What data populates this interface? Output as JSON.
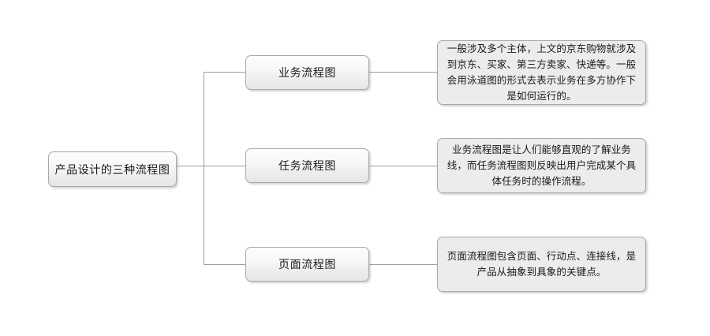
{
  "diagram": {
    "title": "产品设计的三种流程图",
    "root": {
      "label": "产品设计的三种流程图"
    },
    "branches": [
      {
        "label": "业务流程图",
        "detail": "一般涉及多个主体，上文的京东购物就涉及到京东、买家、第三方卖家、快递等。一般会用泳道图的形式去表示业务在多方协作下是如何运行的。"
      },
      {
        "label": "任务流程图",
        "detail": "业务流程图是让人们能够直观的了解业务线，而任务流程图则反映出用户完成某个具体任务时的操作流程。"
      },
      {
        "label": "页面流程图",
        "detail": "页面流程图包含页面、行动点、连接线，是产品从抽象到具象的关键点。"
      }
    ],
    "colors": {
      "background": "#ffffff",
      "node_border": "#a8a8a8",
      "node_fill_top": "#fdfdfd",
      "node_fill_bottom": "#e6e6e6",
      "detail_fill": "#ececec",
      "connector": "#9d9d9d",
      "text": "#1a1a1a"
    }
  }
}
